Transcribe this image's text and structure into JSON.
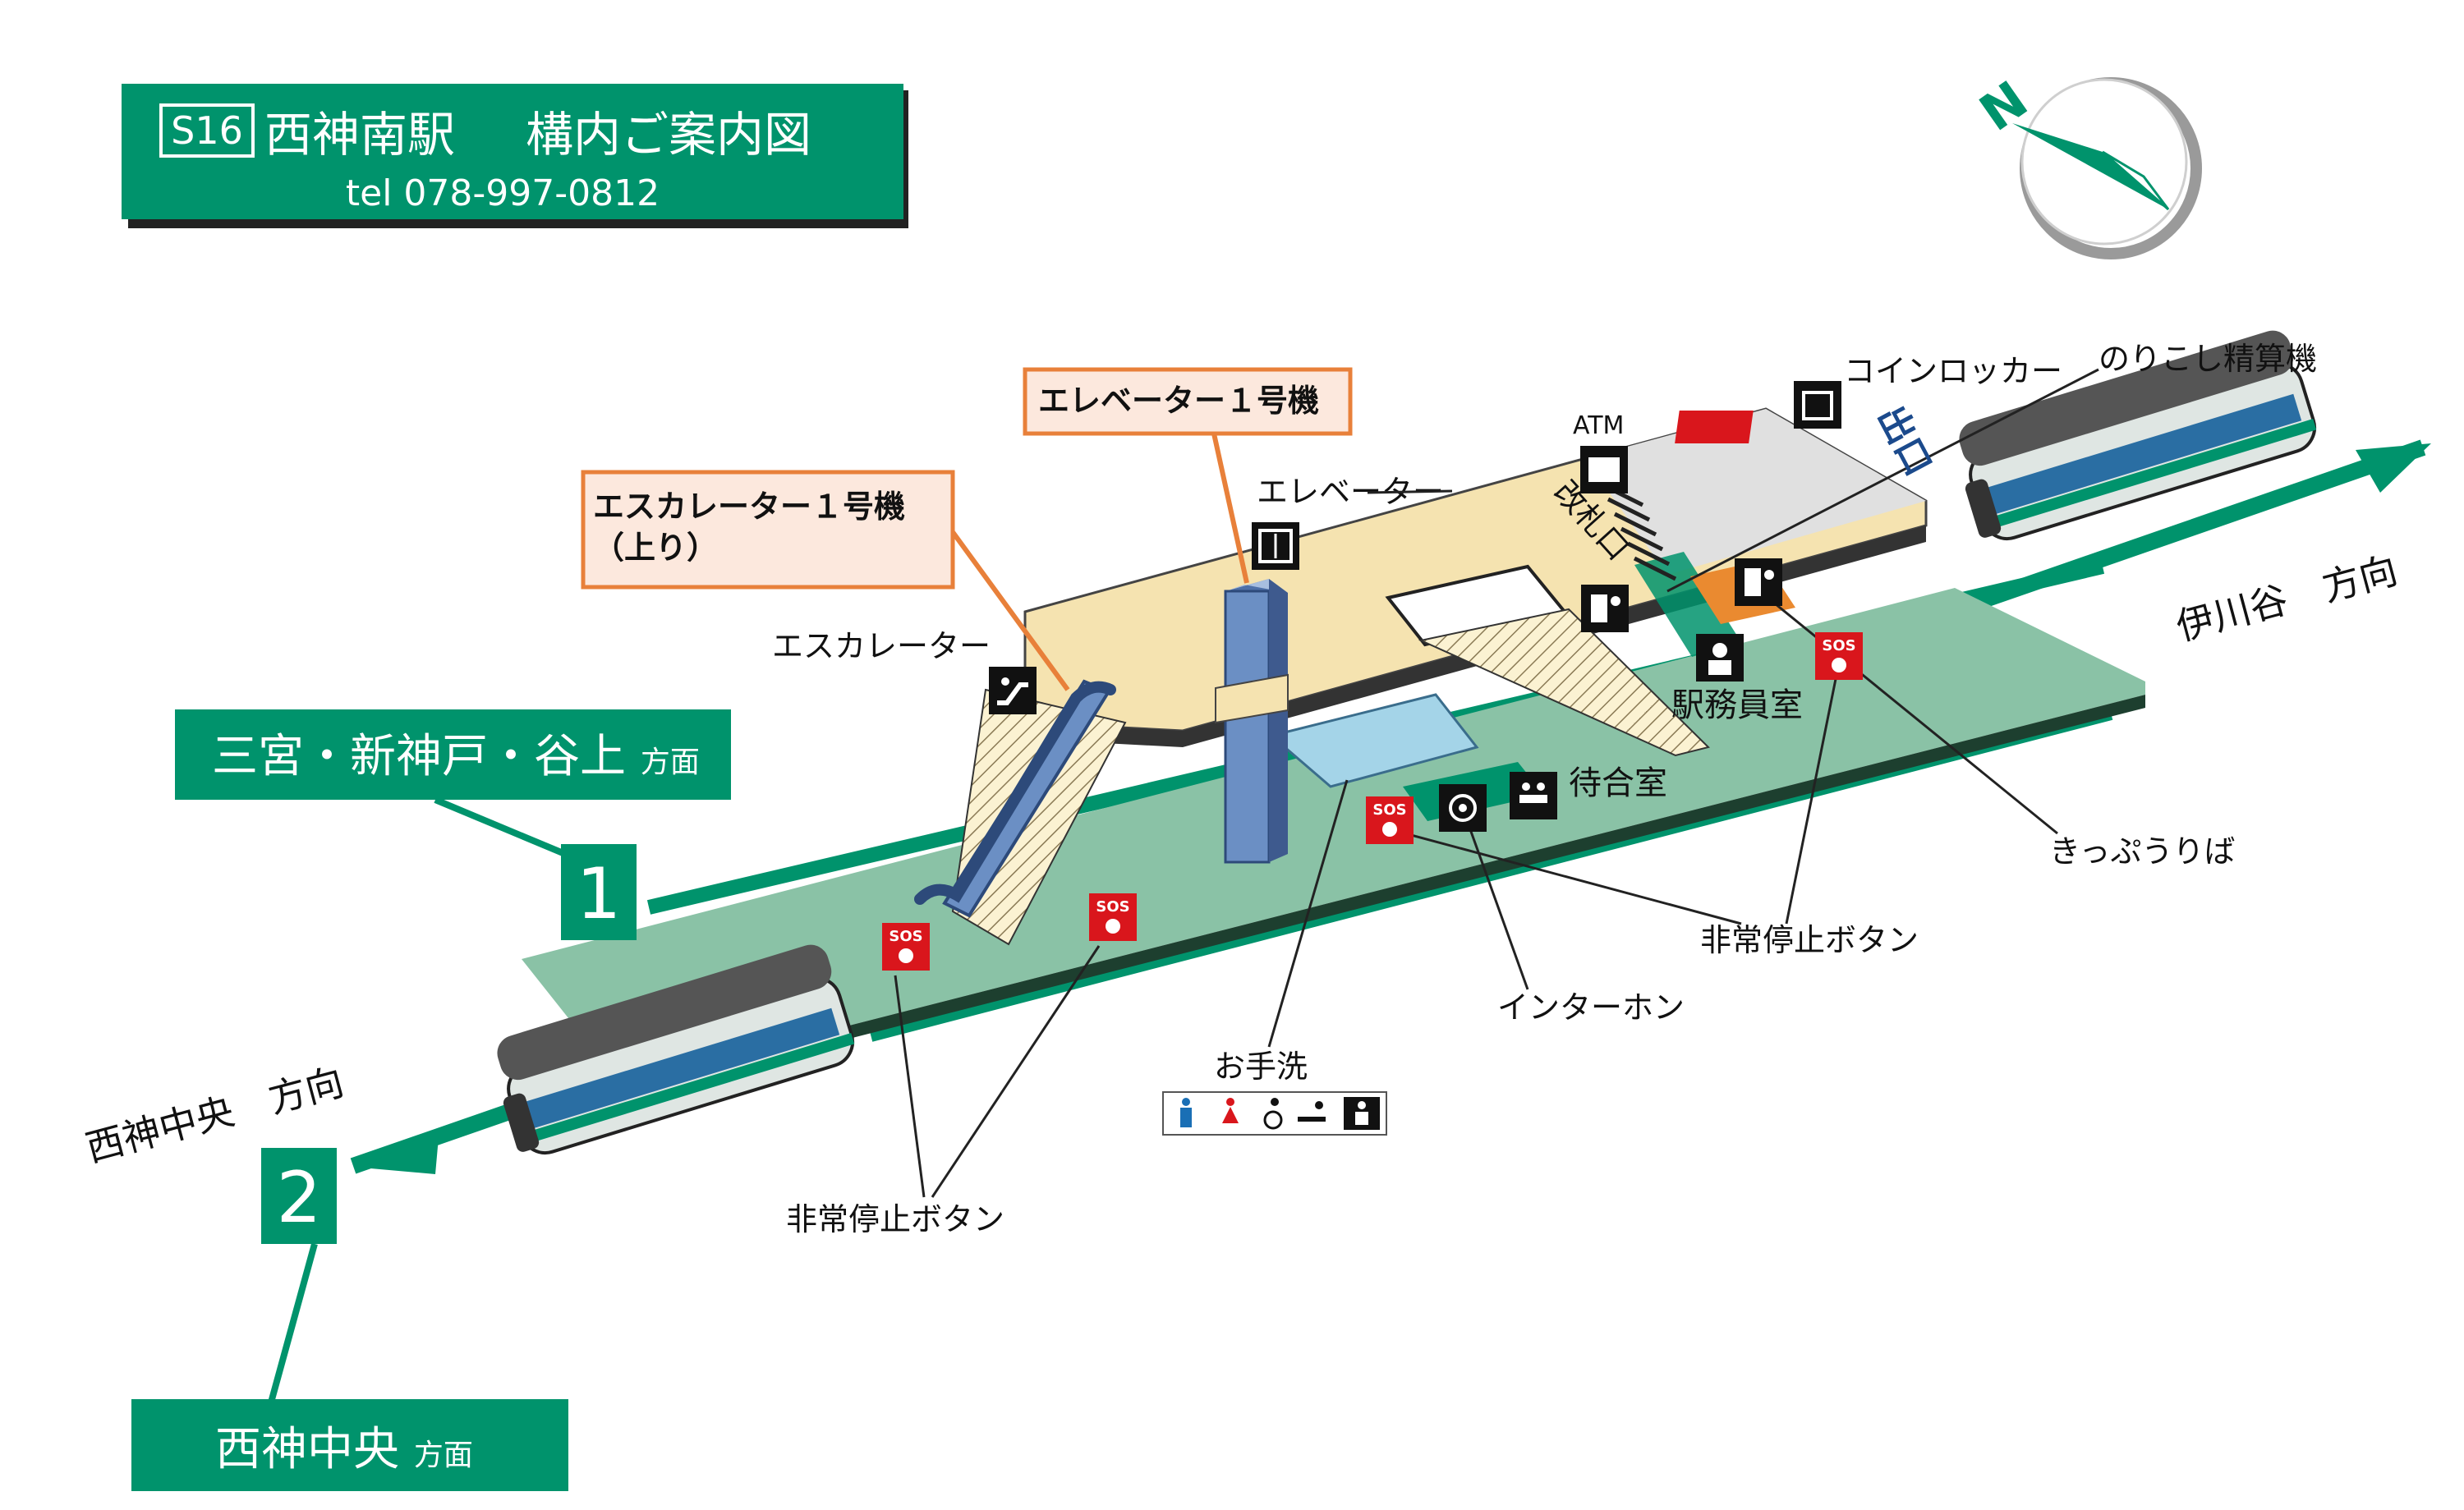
{
  "header": {
    "station_code": "S16",
    "station_name": "西神南駅",
    "map_title": "構内ご案内図",
    "phone": "tel 078-997-0812"
  },
  "compass": {
    "north_letter": "N"
  },
  "platforms": {
    "track1": {
      "number": "1",
      "destination": "三宮・新神戸・谷上",
      "suffix": "方面"
    },
    "track2": {
      "number": "2",
      "destination": "西神中央",
      "suffix": "方面"
    }
  },
  "directions": {
    "south_bound": "西神中央　方向",
    "north_bound": "伊川谷　方向"
  },
  "callouts": {
    "elevator1": "エレベーター１号機",
    "escalator1_line1": "エスカレーター１号機",
    "escalator1_line2": "（上り）"
  },
  "labels": {
    "elevator": "エレベーター",
    "escalator": "エスカレーター",
    "atm": "ATM",
    "coin_locker": "コインロッカー",
    "fare_adjustment": "のりこし精算機",
    "exit": "出口",
    "ticket_gate": "改札口",
    "station_office": "駅務員室",
    "waiting_room": "待合室",
    "ticket_sales": "きっぷうりば",
    "emergency_stop_right": "非常停止ボタン",
    "emergency_stop_left": "非常停止ボタン",
    "intercom": "インターホン",
    "toilet": "お手洗",
    "sos": "SOS"
  },
  "toilet_icons": [
    "man-icon",
    "woman-icon",
    "wheelchair-icon",
    "baby-changing-icon",
    "ostomate-icon"
  ],
  "colors": {
    "brand_green": "#00936c",
    "platform_green": "#8ac2a6",
    "concourse": "#f5e3b0",
    "paid_area": "#e0e0e0",
    "structure_blue": "#6b8fc4",
    "sos_red": "#d9161c",
    "callout_orange": "#e8803a",
    "callout_fill": "#fce8dd",
    "office_orange": "#ea8a30"
  }
}
